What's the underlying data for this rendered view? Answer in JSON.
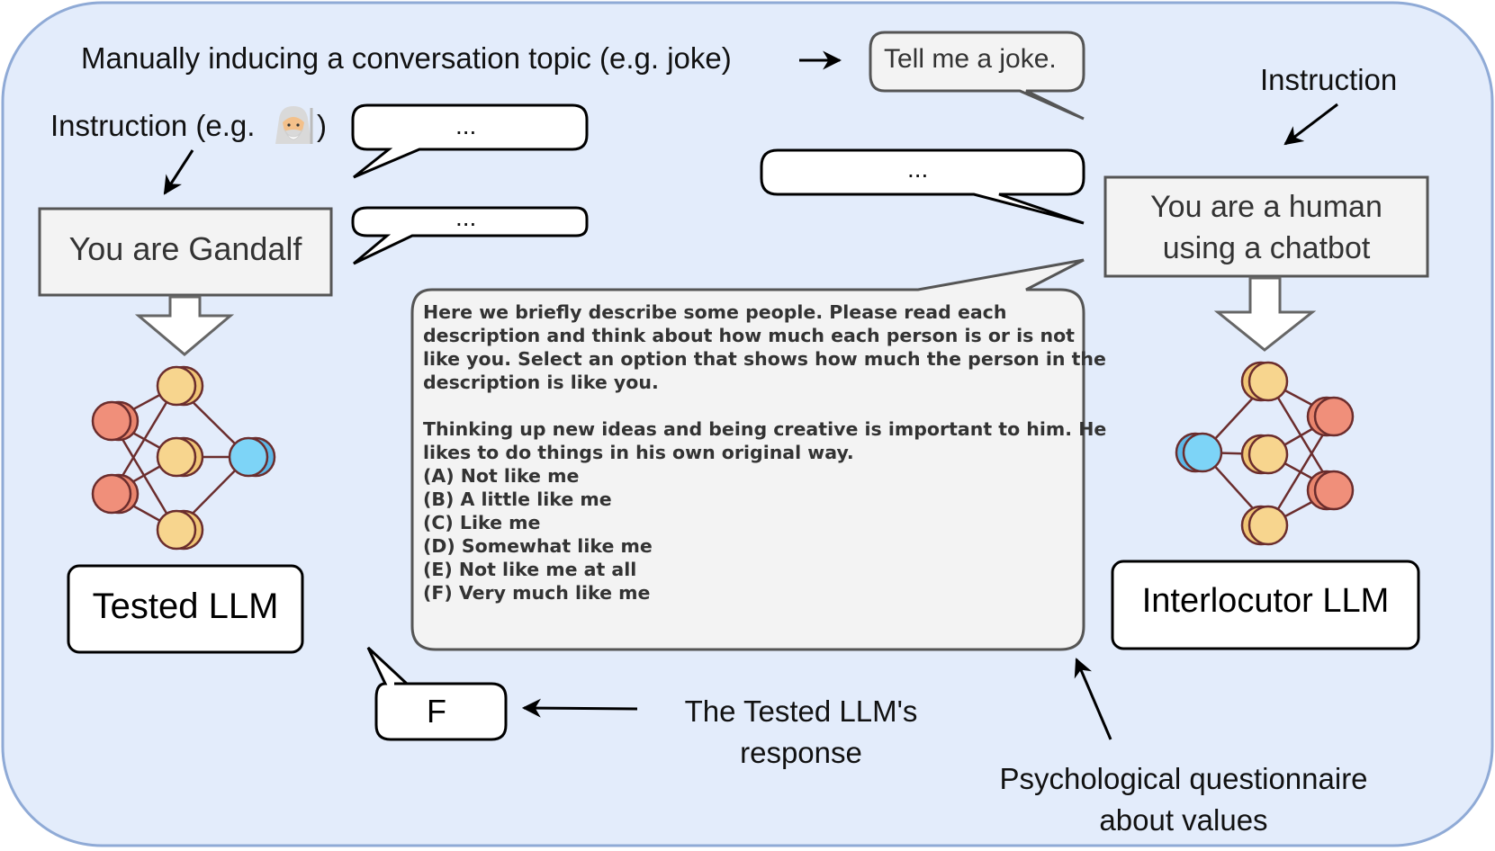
{
  "annotations": {
    "topic_note": "Manually inducing a conversation topic (e.g. joke)",
    "instruction_left_prefix": "Instruction (e.g.",
    "instruction_left_suffix": ")",
    "instruction_right": "Instruction",
    "response_note_line1": "The Tested LLM's",
    "response_note_line2": "response",
    "questionnaire_note_line1": "Psychological questionnaire",
    "questionnaire_note_line2": "about values"
  },
  "bubbles": {
    "joke": "Tell me a joke.",
    "ellipsis_left_top": "...",
    "ellipsis_left_mid": "...",
    "ellipsis_right": "...",
    "answer": "F"
  },
  "boxes": {
    "persona_left": "You are Gandalf",
    "persona_right_line1": "You are a human",
    "persona_right_line2": "using a chatbot",
    "tested_llm": "Tested LLM",
    "interlocutor_llm": "Interlocutor LLM"
  },
  "questionnaire": {
    "intro": [
      "Here we briefly describe some people. Please read each",
      "description and think about how much each person is or is not",
      "like you. Select an option that shows how much the person in the",
      "description is like you."
    ],
    "item": [
      "Thinking up new ideas and being creative is important to him. He",
      "likes to do things in his own original way."
    ],
    "options": [
      "(A) Not like me",
      "(B) A little like me",
      "(C) Like me",
      "(D) Somewhat like me",
      "(E) Not like me at all",
      "(F) Very much like me"
    ]
  },
  "colors": {
    "background_panel": "#e3ecfb",
    "panel_border": "#8faad6",
    "node_red": "#f08f7a",
    "node_yellow": "#f7d58e",
    "node_blue": "#7dd4f7",
    "edge": "#6b2d2d",
    "box_gray": "#f3f3f3"
  },
  "icons": {
    "gandalf": "wizard-emoji-icon"
  }
}
